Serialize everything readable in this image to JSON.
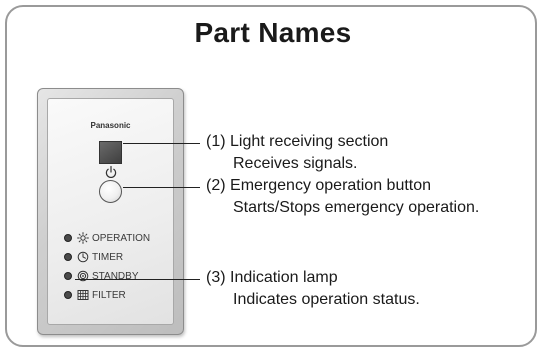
{
  "page": {
    "title": "Part Names"
  },
  "device": {
    "brand": "Panasonic",
    "lamps": [
      {
        "label": "OPERATION",
        "icon": "sun-icon"
      },
      {
        "label": "TIMER",
        "icon": "clock-icon"
      },
      {
        "label": "STANDBY",
        "icon": "standby-icon"
      },
      {
        "label": "FILTER",
        "icon": "filter-grid-icon"
      }
    ],
    "power_icon": "power-icon"
  },
  "callouts": [
    {
      "number": "(1)",
      "heading": "Light receiving section",
      "description": "Receives signals."
    },
    {
      "number": "(2)",
      "heading": "Emergency operation button",
      "description": "Starts/Stops emergency operation."
    },
    {
      "number": "(3)",
      "heading": "Indication lamp",
      "description": "Indicates operation status."
    }
  ],
  "colors": {
    "frame": "#9a9a9a",
    "text": "#1a1a1a",
    "receiver": "#4f4f4f"
  }
}
